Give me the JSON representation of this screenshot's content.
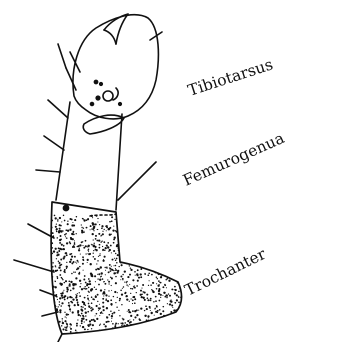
{
  "figure": {
    "labels": {
      "tibiotarsus": "Tibiotarsus",
      "femurogenua": "Femurogenua",
      "trochanter": "Trochanter"
    },
    "colors": {
      "ink": "#111111",
      "background": "#ffffff"
    }
  }
}
